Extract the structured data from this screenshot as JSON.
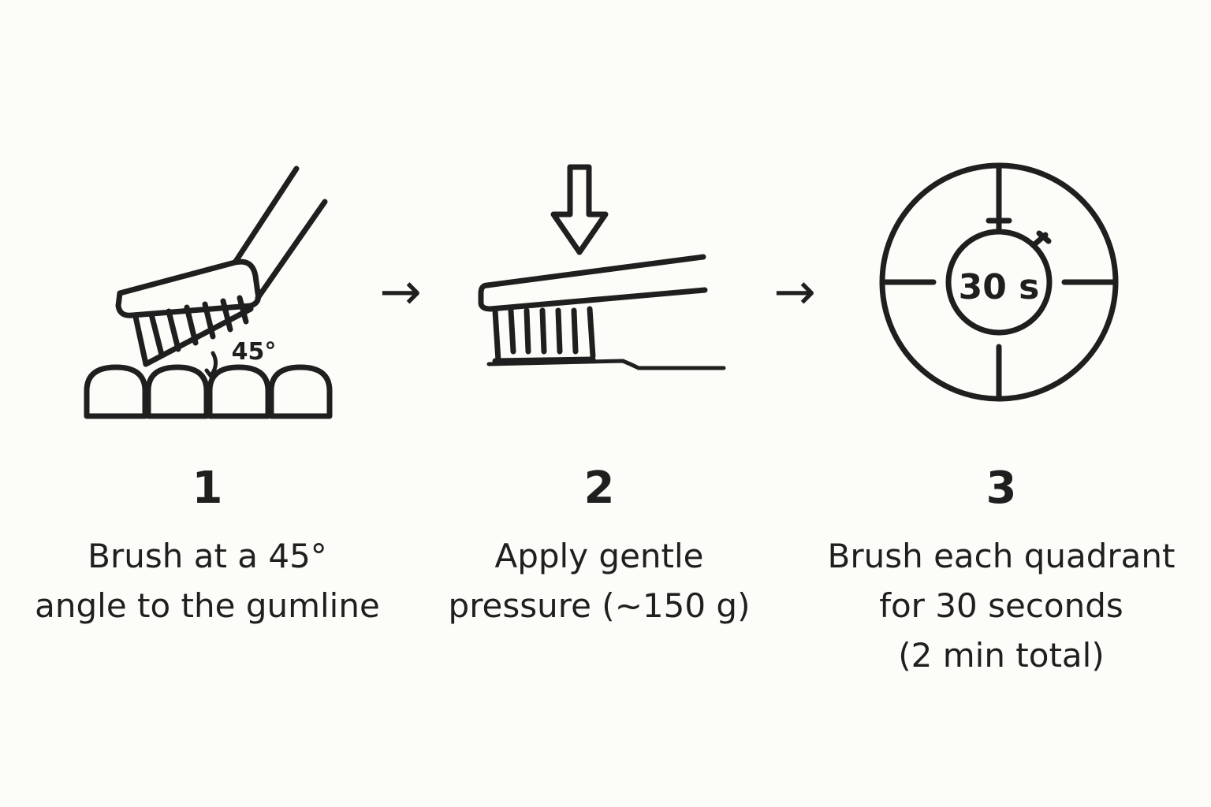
{
  "steps": [
    {
      "number": "1",
      "lines": [
        "Brush at a 45°",
        "angle to the gumline"
      ],
      "icon": "toothbrush-angle-icon",
      "icon_label": "45°"
    },
    {
      "number": "2",
      "lines": [
        "Apply gentle",
        "pressure (~150 g)"
      ],
      "icon": "toothbrush-pressure-icon"
    },
    {
      "number": "3",
      "lines": [
        "Brush each quadrant",
        "for 30 seconds",
        "(2 min total)"
      ],
      "icon": "stopwatch-quadrant-icon",
      "icon_label": "30 s"
    }
  ],
  "arrows": [
    "→",
    "→"
  ],
  "colors": {
    "ink": "#1f1f1f",
    "background": "#fcfcf8"
  }
}
